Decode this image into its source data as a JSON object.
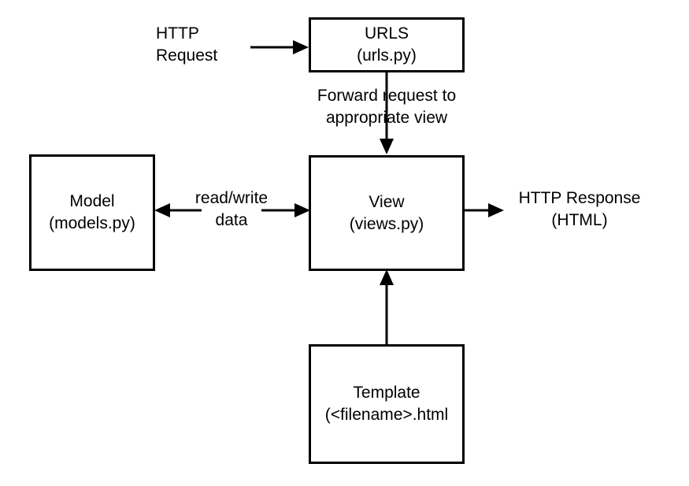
{
  "diagram": {
    "title": "Django request/response flow",
    "colors": {
      "stroke": "#000000",
      "background": "#ffffff",
      "text": "#000000"
    },
    "nodes": [
      {
        "id": "urls",
        "line1": "URLS",
        "line2": "(urls.py)"
      },
      {
        "id": "model",
        "line1": "Model",
        "line2": "(models.py)"
      },
      {
        "id": "view",
        "line1": "View",
        "line2": "(views.py)"
      },
      {
        "id": "template",
        "line1": "Template",
        "line2": "(<filename>.html"
      }
    ],
    "labels": [
      {
        "id": "http-request",
        "line1": "HTTP",
        "line2": "Request"
      },
      {
        "id": "forward",
        "line1": "Forward request to",
        "line2": "appropriate view"
      },
      {
        "id": "read-write",
        "line1": "read/write",
        "line2": "data"
      },
      {
        "id": "http-response",
        "line1": "HTTP Response",
        "line2": "(HTML)"
      }
    ]
  }
}
